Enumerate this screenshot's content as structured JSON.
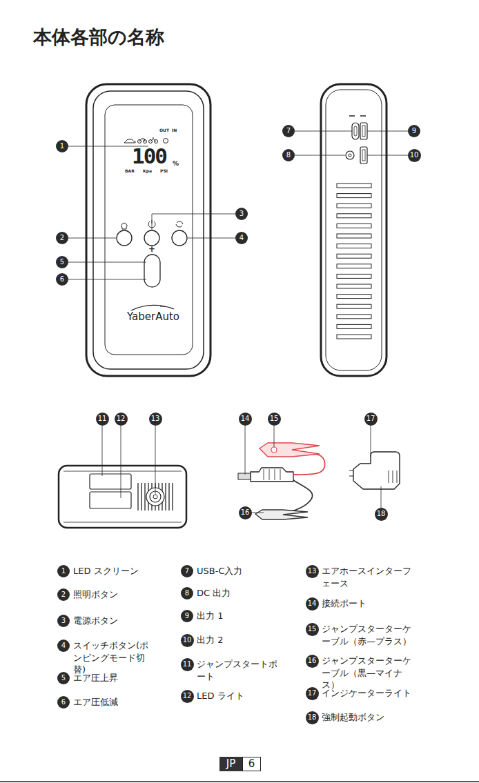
{
  "diagram": {
    "title": "本体各部の名称",
    "nodes": [
      {
        "text": [
          "1"
        ]
      },
      {
        "text": [
          "2"
        ]
      },
      {
        "text": [
          "3"
        ]
      },
      {
        "text": [
          "4"
        ]
      },
      {
        "text": [
          "5"
        ]
      },
      {
        "text": [
          "6"
        ]
      },
      {
        "text": [
          "7"
        ]
      },
      {
        "text": [
          "8"
        ]
      },
      {
        "text": [
          "9"
        ]
      },
      {
        "text": [
          "10"
        ]
      },
      {
        "text": [
          "11"
        ]
      },
      {
        "text": [
          "12"
        ]
      },
      {
        "text": [
          "13"
        ]
      },
      {
        "text": [
          "14"
        ]
      },
      {
        "text": [
          "15"
        ]
      },
      {
        "text": [
          "16"
        ]
      },
      {
        "text": [
          "17"
        ]
      },
      {
        "text": [
          "18"
        ]
      },
      {
        "text": [
          "1"
        ]
      },
      {
        "text": [
          "2"
        ]
      },
      {
        "text": [
          "3"
        ]
      },
      {
        "text": [
          "4"
        ]
      },
      {
        "text": [
          "5"
        ]
      },
      {
        "text": [
          "6"
        ]
      },
      {
        "text": [
          "7"
        ]
      },
      {
        "text": [
          "8"
        ]
      },
      {
        "text": [
          "9"
        ]
      },
      {
        "text": [
          "10"
        ]
      },
      {
        "text": [
          "11"
        ]
      },
      {
        "text": [
          "12"
        ]
      },
      {
        "text": [
          "13"
        ]
      },
      {
        "text": [
          "14"
        ]
      },
      {
        "text": [
          "15"
        ]
      },
      {
        "text": [
          "16"
        ]
      },
      {
        "text": [
          "17"
        ]
      },
      {
        "text": [
          "18"
        ]
      },
      {
        "text": [
          "JP"
        ]
      },
      {
        "text": [
          "6"
        ]
      }
    ],
    "labels": [
      "OUT",
      "IN",
      "100",
      "%",
      "BAR",
      "Kpa",
      "PSI",
      "+",
      "—",
      "YaberAuto",
      "LED スクリーン",
      "照明ボタン",
      "電源ボタン",
      "スイッチボタン(ポンピングモード切替)",
      "エア圧上昇",
      "エア圧低減",
      "USB-C入力",
      "DC 出力",
      "出力 1",
      "出力 2",
      "ジャンプスタートポート",
      "LED ライト",
      "エアホースインターフェース",
      "接続ポート",
      "ジャンプスターターケーブル（赤—プラス）",
      "ジャンプスターターケーブル（黒—マイナス）",
      "インジケーターライト",
      "強制起動ボタン"
    ]
  }
}
